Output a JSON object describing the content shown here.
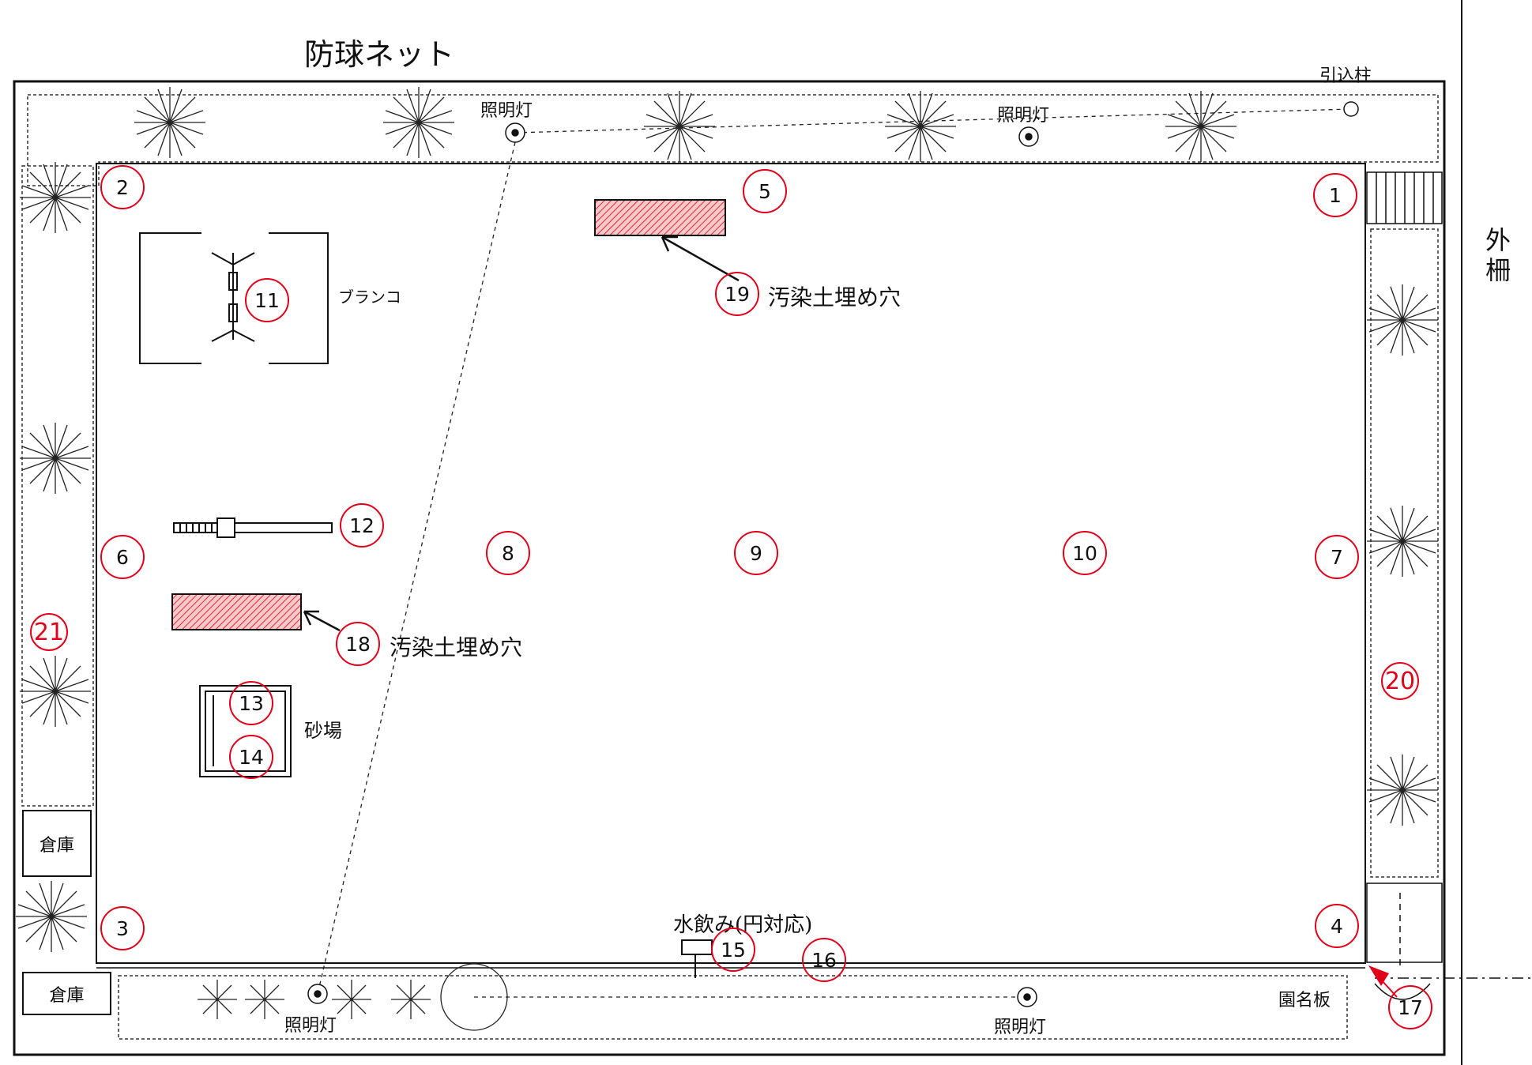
{
  "labels": {
    "net": "防球ネット",
    "pole": "引込柱",
    "light_top_left": "照明灯",
    "light_top_right": "照明灯",
    "light_bottom_left": "照明灯",
    "light_bottom_right": "照明灯",
    "fence": "外柵",
    "swing": "ブランコ",
    "sandbox": "砂場",
    "fountain": "水飲み(円対応)",
    "sign": "園名板",
    "pit_19": "汚染土埋め穴",
    "pit_18": "汚染土埋め穴",
    "storage_left": "倉庫",
    "storage_bottom": "倉庫"
  },
  "markers": {
    "m1": "1",
    "m2": "2",
    "m3": "3",
    "m4": "4",
    "m5": "5",
    "m6": "6",
    "m7": "7",
    "m8": "8",
    "m9": "9",
    "m10": "10",
    "m11": "11",
    "m12": "12",
    "m13": "13",
    "m14": "14",
    "m15": "15",
    "m16": "16",
    "m17": "17",
    "m18": "18",
    "m19": "19",
    "m20": "20",
    "m21": "21"
  },
  "colors": {
    "marker": "#e1001a",
    "pit_fill": "#f3b6b6",
    "pit_hatch": "#e1001a",
    "line": "#111111"
  }
}
